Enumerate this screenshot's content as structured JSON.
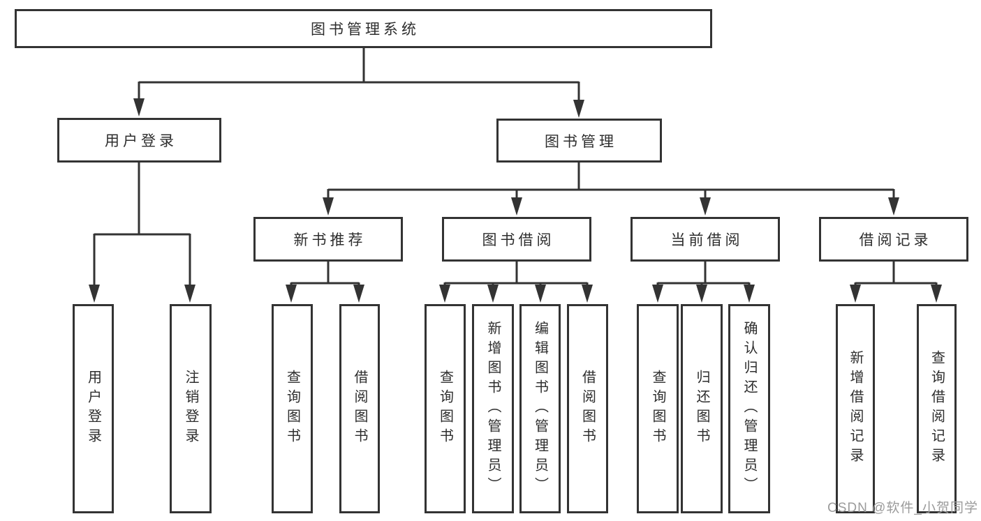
{
  "tree": {
    "label": "图书管理系统",
    "children": [
      {
        "label": "用户登录",
        "children": [
          {
            "label": "用户登录"
          },
          {
            "label": "注销登录"
          }
        ]
      },
      {
        "label": "图书管理",
        "children": [
          {
            "label": "新书推荐",
            "children": [
              {
                "label": "查询图书"
              },
              {
                "label": "借阅图书"
              }
            ]
          },
          {
            "label": "图书借阅",
            "children": [
              {
                "label": "查询图书"
              },
              {
                "label": "新增图书（管理员）"
              },
              {
                "label": "编辑图书（管理员）"
              },
              {
                "label": "借阅图书"
              }
            ]
          },
          {
            "label": "当前借阅",
            "children": [
              {
                "label": "查询图书"
              },
              {
                "label": "归还图书"
              },
              {
                "label": "确认归还（管理员）"
              }
            ]
          },
          {
            "label": "借阅记录",
            "children": [
              {
                "label": "新增借阅记录"
              },
              {
                "label": "查询借阅记录"
              }
            ]
          }
        ]
      }
    ]
  },
  "watermark": {
    "text": "CSDN @软件_小贺同学"
  },
  "colors": {
    "line": "#333333",
    "text": "#2d2d2d",
    "watermark": "#9b9b9b",
    "background": "#ffffff"
  }
}
